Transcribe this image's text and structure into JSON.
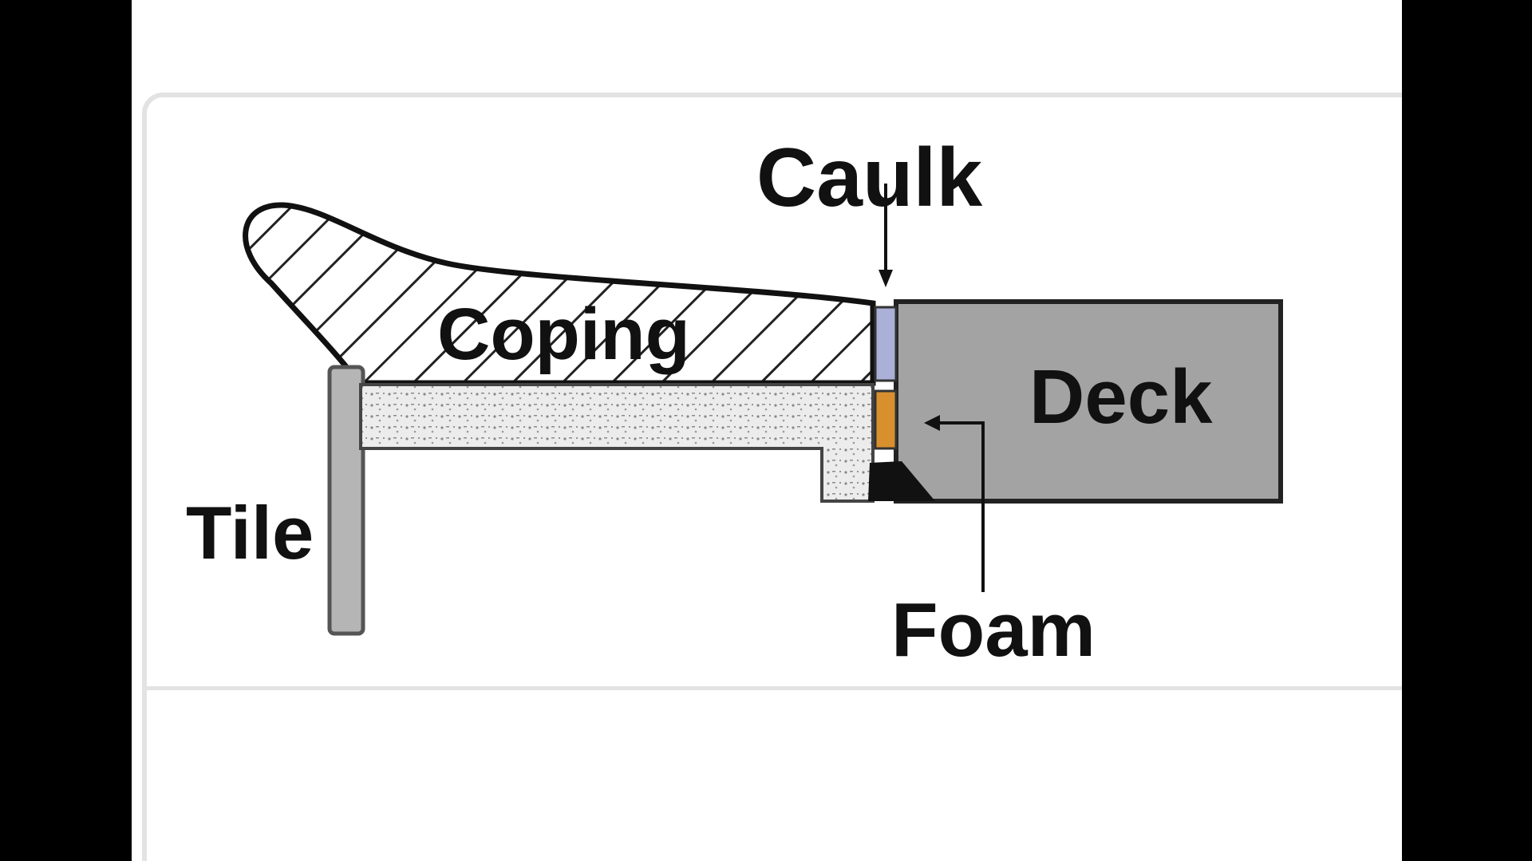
{
  "diagram": {
    "labels": {
      "caulk": "Caulk",
      "coping": "Coping",
      "deck": "Deck",
      "tile": "Tile",
      "foam": "Foam"
    },
    "colors": {
      "deck_fill": "#a3a3a3",
      "caulk_fill": "#aab0d6",
      "foam_fill": "#d8902f",
      "hatch_stroke": "#222222",
      "mortar_fill": "#e6e6e6",
      "tile_fill": "#b5b5b5"
    }
  }
}
